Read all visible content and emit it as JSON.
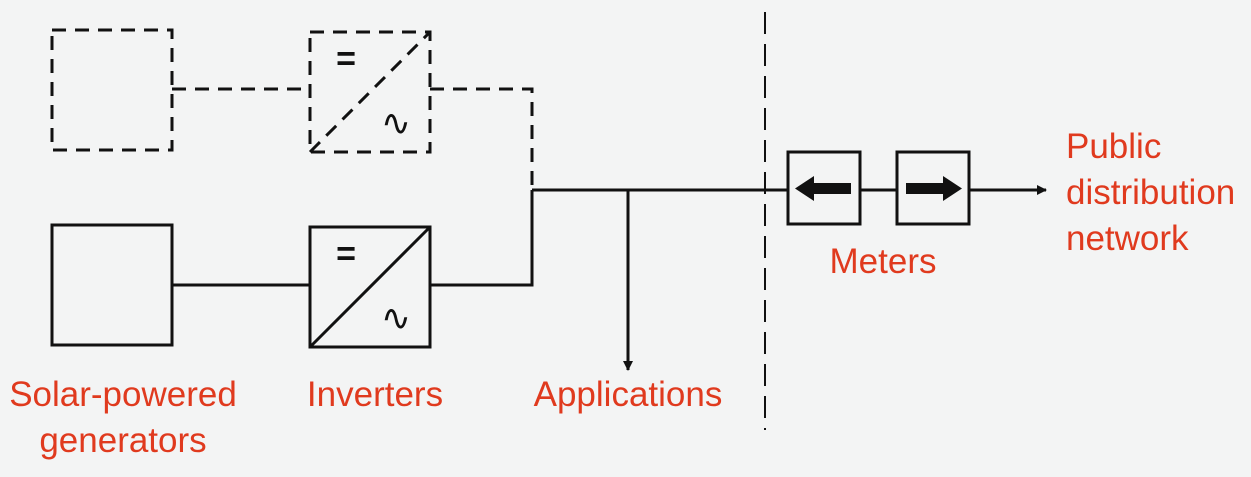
{
  "colors": {
    "background": "#f3f4f4",
    "line": "#111111",
    "label": "#e03a1e"
  },
  "labels": {
    "generators_line1": "Solar-powered",
    "generators_line2": "generators",
    "inverters": "Inverters",
    "applications": "Applications",
    "meters": "Meters",
    "network_line1": "Public",
    "network_line2": "distribution",
    "network_line3": "network"
  },
  "symbols": {
    "dc": "=",
    "ac": "∿"
  },
  "icons": {
    "meter_import": "left-arrow-icon",
    "meter_export": "right-arrow-icon"
  }
}
